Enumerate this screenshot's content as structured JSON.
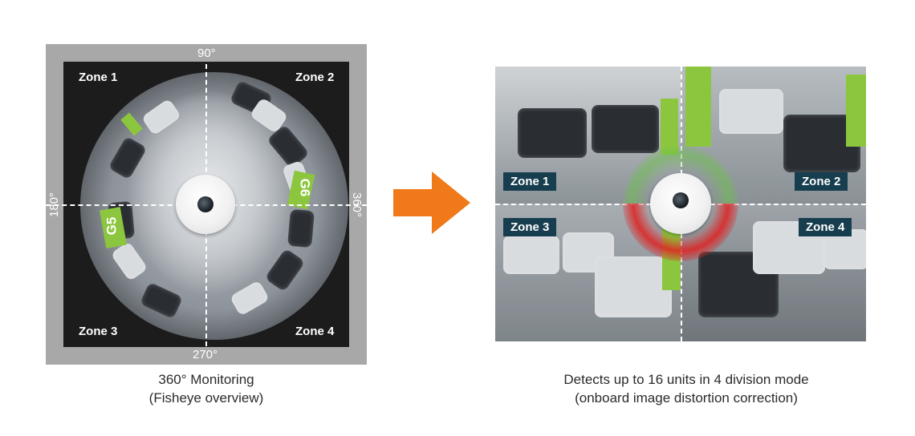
{
  "left_panel": {
    "zones": [
      "Zone 1",
      "Zone 2",
      "Zone 3",
      "Zone 4"
    ],
    "angles": {
      "top": "90°",
      "right": "360°",
      "bottom": "270°",
      "left": "180°"
    },
    "pillar_labels": [
      "G6",
      "G5"
    ],
    "caption_line1": "360° Monitoring",
    "caption_line2": "(Fisheye overview)"
  },
  "right_panel": {
    "zones": [
      "Zone 1",
      "Zone 2",
      "Zone 3",
      "Zone 4"
    ],
    "caption_line1": "Detects up to 16 units in 4 division mode",
    "caption_line2": "(onboard image distortion correction)"
  },
  "colors": {
    "arrow": "#f07a1a",
    "zone_tag_bg": "#173e4f",
    "pillar_green": "#8cc63f",
    "ring_green": "#6cc04a",
    "ring_red": "#e02020"
  }
}
